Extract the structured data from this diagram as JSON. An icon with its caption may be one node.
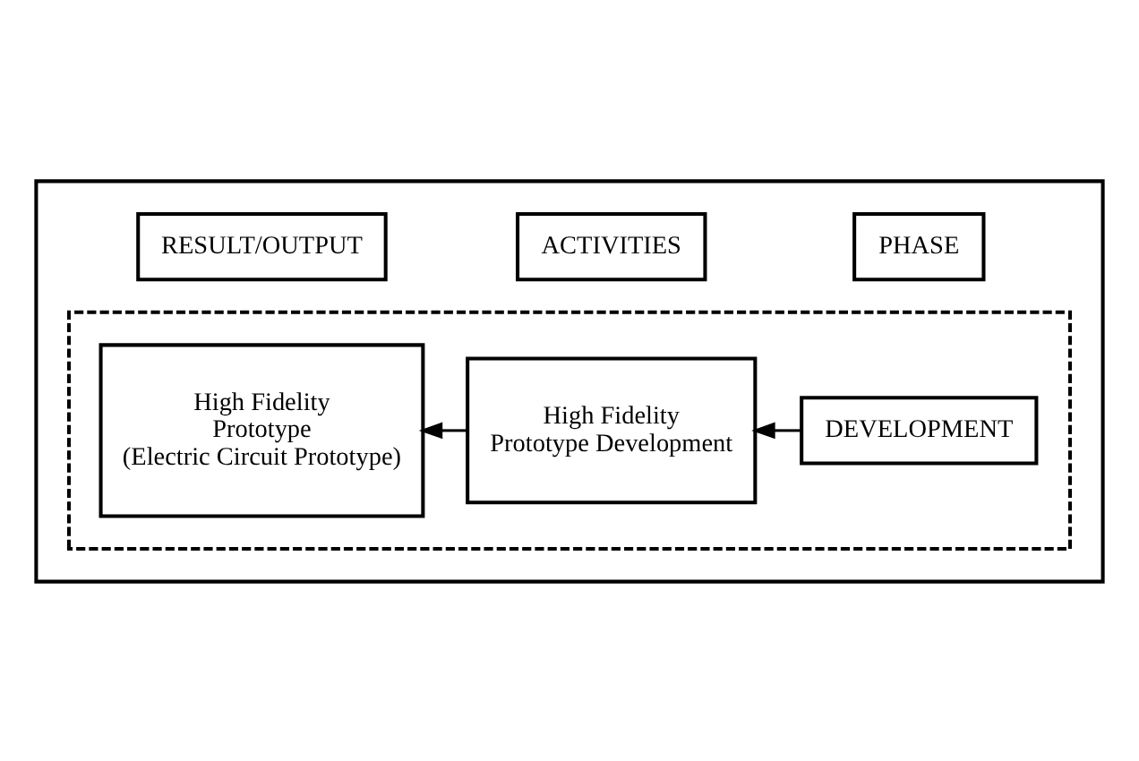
{
  "diagram": {
    "nodes": [
      {
        "text": [],
        "shape": "box"
      },
      {
        "text": [
          "PHASE"
        ],
        "in": 0
      },
      {
        "text": [
          "ACTIVITIES"
        ],
        "in": 0
      },
      {
        "text": [
          "RESULT/OUTPUT"
        ],
        "in": 0
      },
      {
        "text": [],
        "shape": "box",
        "in": 0
      },
      {
        "text": [
          "DEVELOPMENT"
        ],
        "in": 4
      },
      {
        "text": [
          "High Fidelity Prototype Development"
        ],
        "in": 4
      },
      {
        "text": [
          "High Fidelity Prototype (Electric Circuit Prototype)"
        ],
        "in": 4
      }
    ],
    "edges": [
      {
        "from": 5,
        "to": 6,
        "arrow": "to"
      },
      {
        "from": 6,
        "to": 7,
        "arrow": "to"
      }
    ]
  }
}
